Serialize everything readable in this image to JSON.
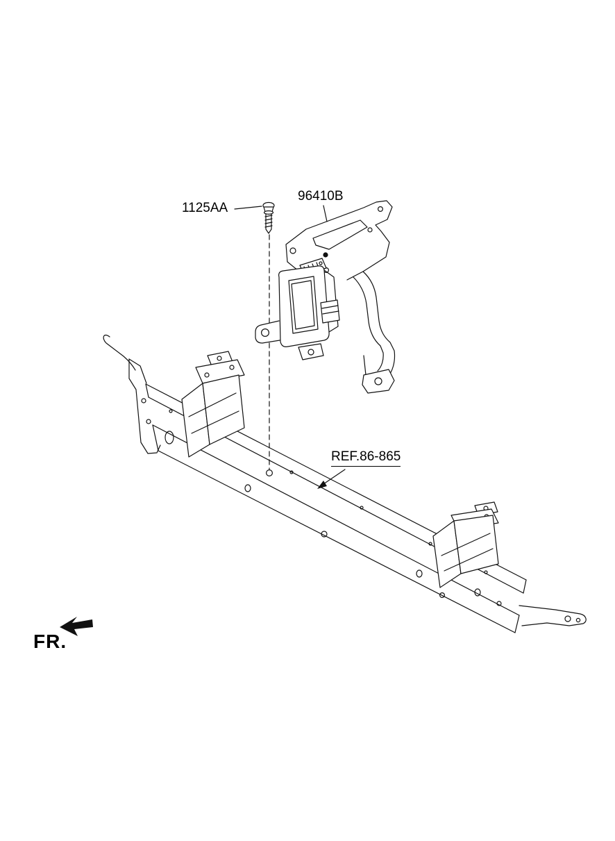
{
  "diagram": {
    "type": "parts-catalog-exploded-view",
    "labels": {
      "bolt": "1125AA",
      "sensor_bracket": "96410B",
      "beam_reference": "REF.86-865",
      "front_direction": "FR."
    },
    "colors": {
      "line": "#111111",
      "background": "#ffffff"
    }
  }
}
